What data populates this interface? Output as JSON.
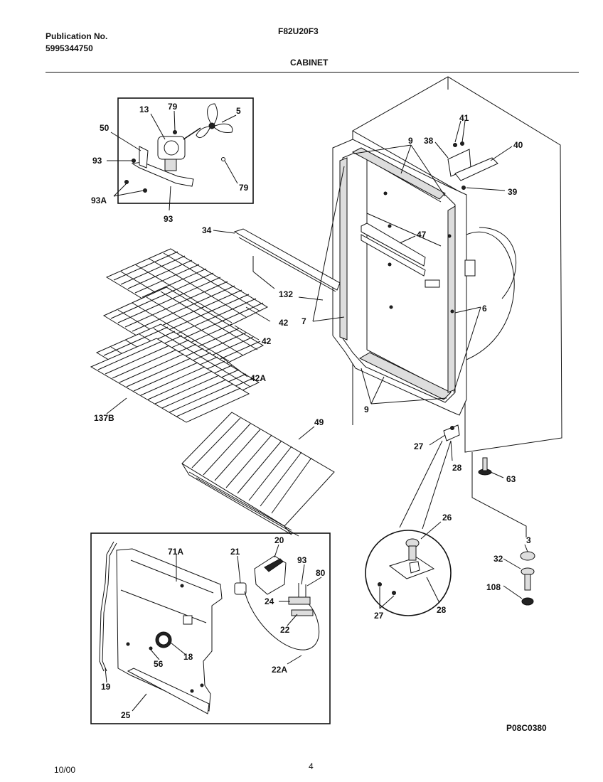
{
  "header": {
    "publication_label": "Publication No.",
    "publication_number": "5995344750",
    "model": "F82U20F3",
    "section": "CABINET"
  },
  "footer": {
    "date": "10/00",
    "page": "4",
    "drawing_code": "P08C0380"
  },
  "callouts": {
    "c13": "13",
    "c79a": "79",
    "c5": "5",
    "c50": "50",
    "c93a": "93",
    "c93A": "93A",
    "c93b": "93",
    "c79b": "79",
    "c41": "41",
    "c38": "38",
    "c40": "40",
    "c39": "39",
    "c9a": "9",
    "c34": "34",
    "c47": "47",
    "c132": "132",
    "c7": "7",
    "c6": "6",
    "c42a": "42",
    "c42b": "42",
    "c42A": "42A",
    "c137B": "137B",
    "c9b": "9",
    "c49": "49",
    "c27a": "27",
    "c28a": "28",
    "c63": "63",
    "c26": "26",
    "c3": "3",
    "c32": "32",
    "c108": "108",
    "c27b": "27",
    "c28b": "28",
    "c20": "20",
    "c71A": "71A",
    "c21": "21",
    "c93c": "93",
    "c80": "80",
    "c24": "24",
    "c22": "22",
    "c22A": "22A",
    "c18": "18",
    "c56": "56",
    "c19": "19",
    "c25": "25"
  }
}
